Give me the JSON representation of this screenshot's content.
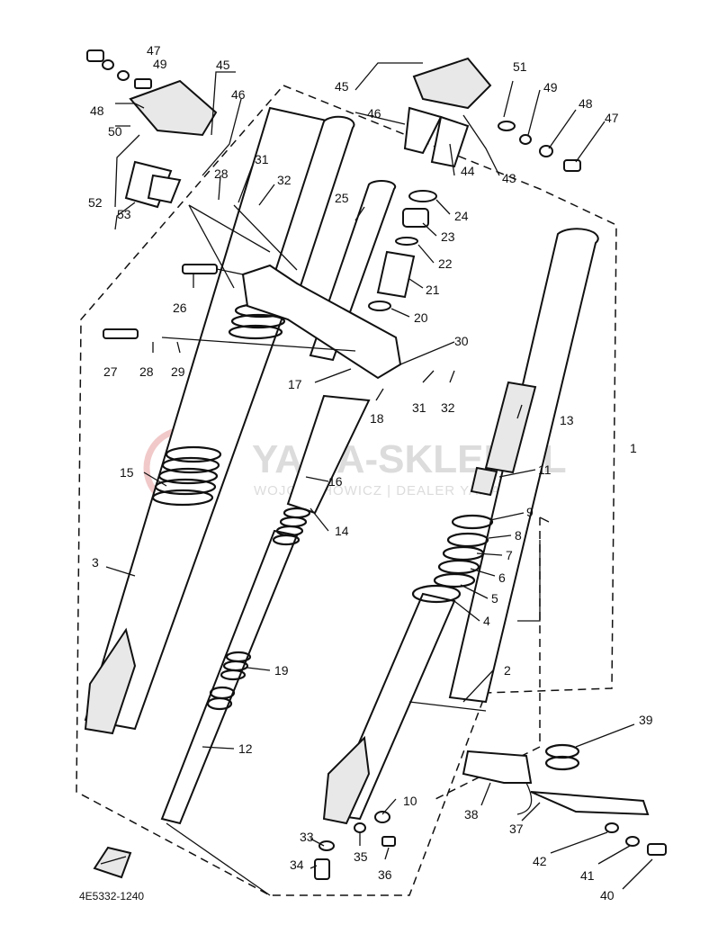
{
  "diagram": {
    "drawing_code": "4E5332-1240",
    "watermark": {
      "brand": "YAMA-SKLEP.PL",
      "tagline": "WOJCIECHOWICZ | DEALER YAMAHA"
    },
    "callouts": [
      "1",
      "2",
      "3",
      "4",
      "5",
      "6",
      "7",
      "8",
      "9",
      "10",
      "11",
      "12",
      "13",
      "14",
      "15",
      "16",
      "17",
      "18",
      "19",
      "20",
      "21",
      "22",
      "23",
      "24",
      "25",
      "26",
      "27",
      "28",
      "28",
      "29",
      "30",
      "31",
      "31",
      "32",
      "32",
      "33",
      "34",
      "35",
      "36",
      "37",
      "38",
      "39",
      "40",
      "41",
      "42",
      "43",
      "44",
      "45",
      "45",
      "46",
      "46",
      "47",
      "47",
      "48",
      "48",
      "49",
      "49",
      "50",
      "51",
      "52",
      "53"
    ]
  }
}
